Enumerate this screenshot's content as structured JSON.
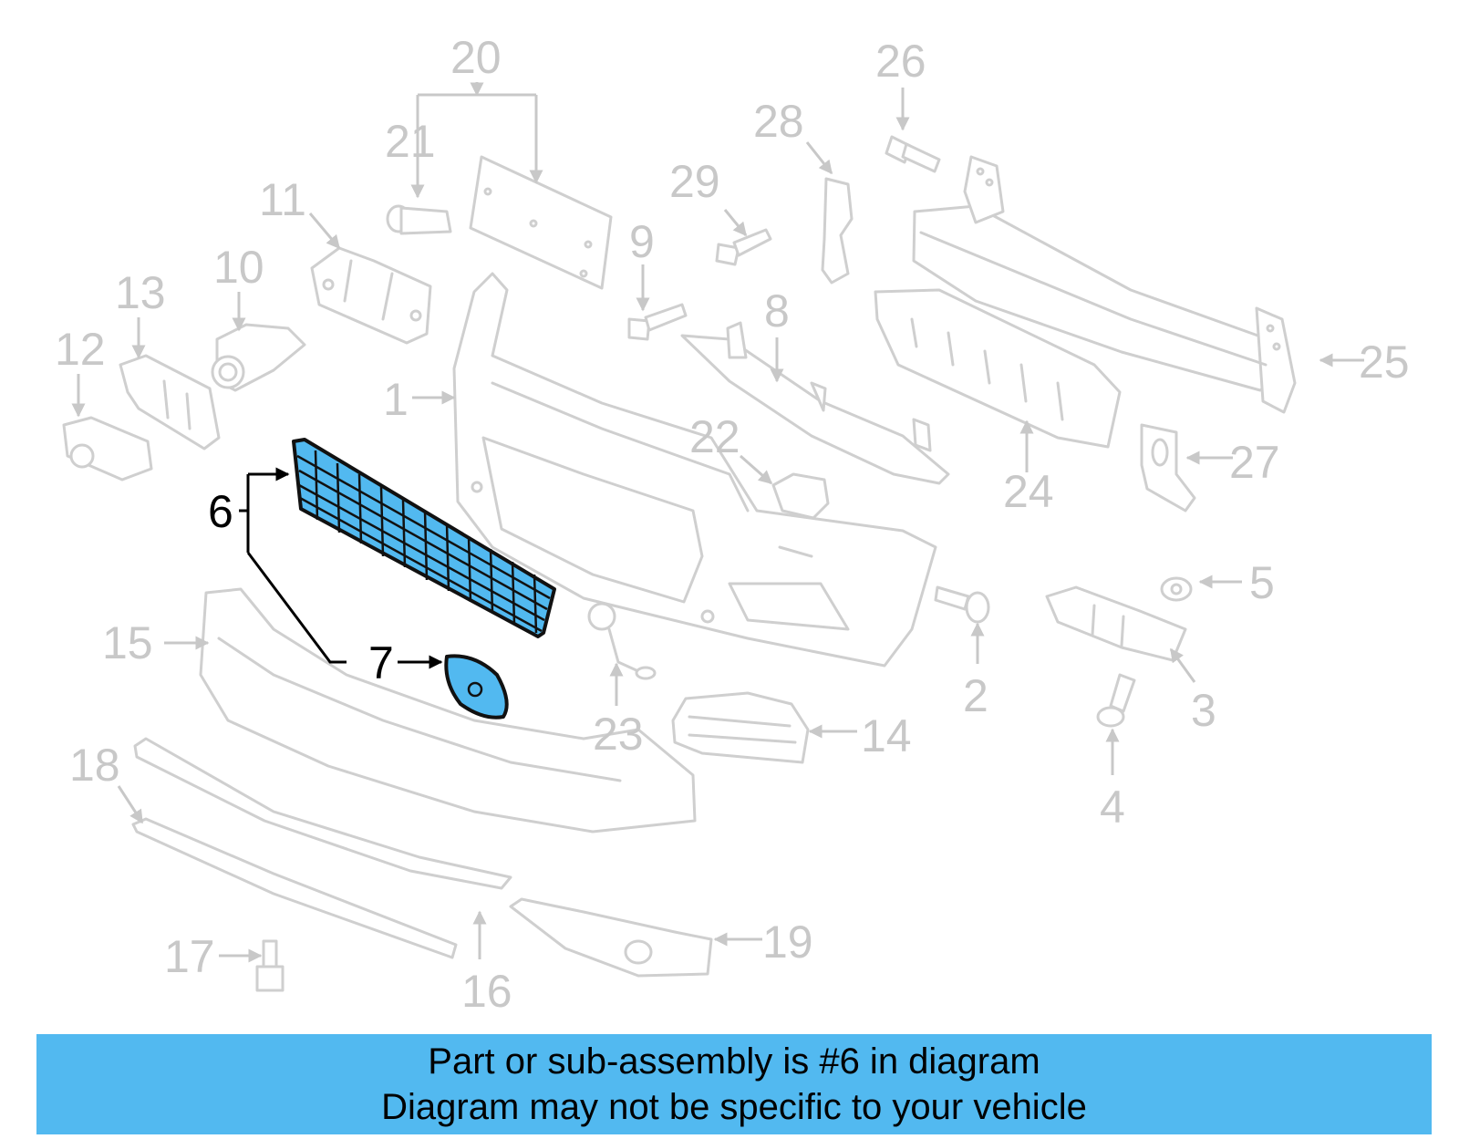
{
  "diagram": {
    "labels": [
      {
        "id": "1",
        "text": "1",
        "highlighted": false
      },
      {
        "id": "2",
        "text": "2",
        "highlighted": false
      },
      {
        "id": "3",
        "text": "3",
        "highlighted": false
      },
      {
        "id": "4",
        "text": "4",
        "highlighted": false
      },
      {
        "id": "5",
        "text": "5",
        "highlighted": false
      },
      {
        "id": "6",
        "text": "6",
        "highlighted": true
      },
      {
        "id": "7",
        "text": "7",
        "highlighted": true
      },
      {
        "id": "8",
        "text": "8",
        "highlighted": false
      },
      {
        "id": "9",
        "text": "9",
        "highlighted": false
      },
      {
        "id": "10",
        "text": "10",
        "highlighted": false
      },
      {
        "id": "11",
        "text": "11",
        "highlighted": false
      },
      {
        "id": "12",
        "text": "12",
        "highlighted": false
      },
      {
        "id": "13",
        "text": "13",
        "highlighted": false
      },
      {
        "id": "14",
        "text": "14",
        "highlighted": false
      },
      {
        "id": "15",
        "text": "15",
        "highlighted": false
      },
      {
        "id": "16",
        "text": "16",
        "highlighted": false
      },
      {
        "id": "17",
        "text": "17",
        "highlighted": false
      },
      {
        "id": "18",
        "text": "18",
        "highlighted": false
      },
      {
        "id": "19",
        "text": "19",
        "highlighted": false
      },
      {
        "id": "20",
        "text": "20",
        "highlighted": false
      },
      {
        "id": "21",
        "text": "21",
        "highlighted": false
      },
      {
        "id": "22",
        "text": "22",
        "highlighted": false
      },
      {
        "id": "23",
        "text": "23",
        "highlighted": false
      },
      {
        "id": "24",
        "text": "24",
        "highlighted": false
      },
      {
        "id": "25",
        "text": "25",
        "highlighted": false
      },
      {
        "id": "26",
        "text": "26",
        "highlighted": false
      },
      {
        "id": "27",
        "text": "27",
        "highlighted": false
      },
      {
        "id": "28",
        "text": "28",
        "highlighted": false
      },
      {
        "id": "29",
        "text": "29",
        "highlighted": false
      }
    ],
    "highlight_color": "#52b9f0",
    "ghost_color": "#cfcfcf"
  },
  "banner": {
    "line1": "Part or sub-assembly is #6 in diagram",
    "line2": "Diagram may not be specific to your vehicle",
    "background": "#52b9f0"
  }
}
